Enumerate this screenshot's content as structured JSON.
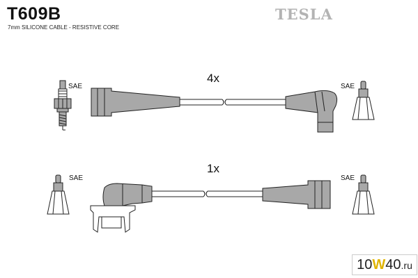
{
  "header": {
    "part_code": "T609B",
    "subtitle": "7mm SILICONE CABLE - RESISTIVE CORE",
    "brand": "TESLA"
  },
  "diagram": {
    "top_row": {
      "quantity": "4x",
      "left_label": "SAE",
      "right_label": "SAE"
    },
    "bottom_row": {
      "quantity": "1x",
      "left_label": "SAE",
      "right_label": "SAE"
    }
  },
  "watermark": {
    "prefix": "10",
    "accent": "W",
    "middle": "40",
    "suffix": ".ru"
  },
  "colors": {
    "part_fill": "#a8a8a8",
    "outline": "#222222",
    "brand": "#b3b3b3",
    "accent": "#e0b400"
  }
}
